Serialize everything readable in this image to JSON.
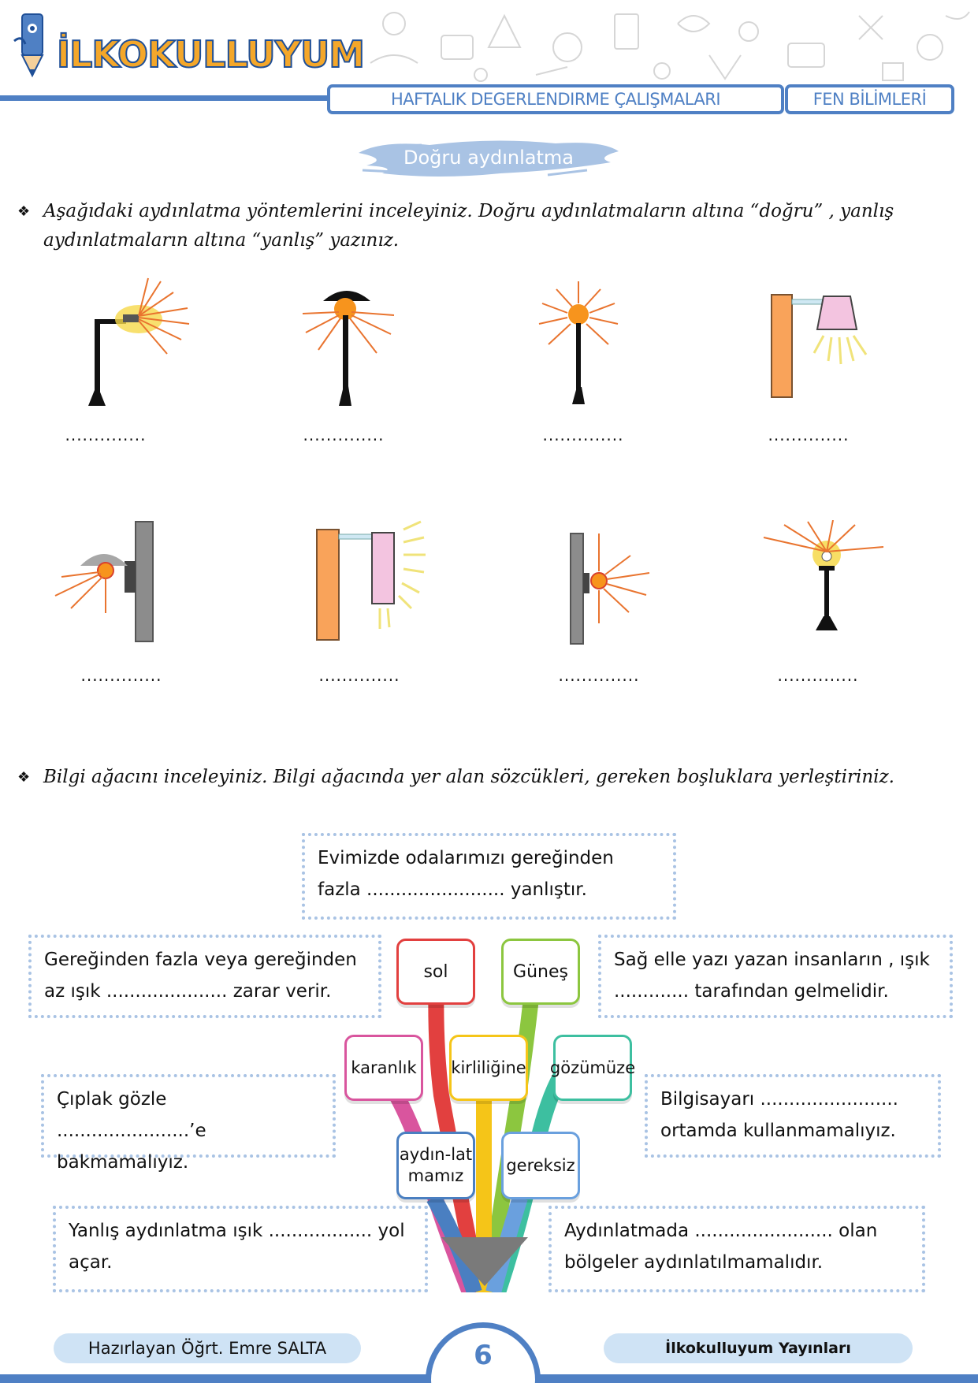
{
  "header": {
    "logo_text": "İLKOKULLUYUM",
    "section_title": "HAFTALIK DEGERLENDIRME ÇALIŞMALARI",
    "subject": "FEN BİLİMLERİ"
  },
  "title": "Doğru aydınlatma",
  "instruction_1": "Aşağıdaki aydınlatma yöntemlerini inceleyiniz. Doğru aydınlatmaların altına “doğru” , yanlış aydınlatmaların altına “yanlış” yazınız.",
  "instruction_2": "Bilgi ağacını inceleyiniz. Bilgi ağacında yer alan sözcükleri, gereken boşluklara yerleştiriniz.",
  "bullet": "❖",
  "blanks": [
    "..............",
    "..............",
    "..............",
    "..............",
    "..............",
    "..............",
    "..............",
    ".............."
  ],
  "word_tree": {
    "words": [
      "sol",
      "Güneş",
      "karanlık",
      "kirliliğine",
      "gözümüze",
      "aydın-latmamız",
      "gereksiz"
    ]
  },
  "questions": [
    "Evimizde odalarımızı gereğinden fazla ........................ yanlıştır.",
    "Gereğinden fazla veya gereğinden az ışık ..................... zarar verir.",
    "Sağ elle yazı yazan insanların , ışık ............. tarafından gelmelidir.",
    "Çıplak gözle .......................’e bakmamalıyız.",
    "Bilgisayarı ........................ ortamda kullanmamalıyız.",
    "Yanlış aydınlatma ışık .................. yol açar.",
    "Aydınlatmada ........................ olan bölgeler aydınlatılmamalıdır."
  ],
  "footer": {
    "author": "Hazırlayan Öğrt. Emre SALTA",
    "publisher": "İlkokulluyum Yayınları",
    "page_number": "6"
  },
  "colors": {
    "accent_blue": "#4f80c4",
    "logo_orange": "#f4a72a",
    "ray_orange": "#e9742f",
    "lamp_yellow": "#f6d84a",
    "tree_red": "#e2403f",
    "tree_green": "#8cc63f",
    "tree_pink": "#d9559e",
    "tree_yellow": "#f5c518",
    "tree_teal": "#3dbfa0",
    "tree_blue": "#4a7fc1"
  }
}
